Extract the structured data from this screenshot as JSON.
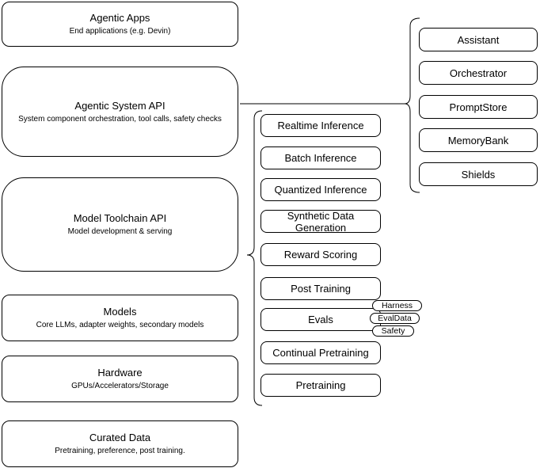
{
  "colors": {
    "stroke": "#000000",
    "background": "#ffffff"
  },
  "left_stack": [
    {
      "title": "Agentic Apps",
      "subtitle": "End applications (e.g. Devin)"
    },
    {
      "title": "Agentic System API",
      "subtitle": "System component orchestration, tool calls, safety checks"
    },
    {
      "title": "Model Toolchain API",
      "subtitle": "Model development & serving"
    },
    {
      "title": "Models",
      "subtitle": "Core LLMs, adapter weights, secondary models"
    },
    {
      "title": "Hardware",
      "subtitle": "GPUs/Accelerators/Storage"
    },
    {
      "title": "Curated Data",
      "subtitle": "Pretraining, preference, post training."
    }
  ],
  "toolchain_services": [
    "Realtime Inference",
    "Batch Inference",
    "Quantized Inference",
    "Synthetic Data Generation",
    "Reward Scoring",
    "Post Training",
    "Evals",
    "Continual Pretraining",
    "Pretraining"
  ],
  "evals_tags": [
    "Harness",
    "EvalData",
    "Safety"
  ],
  "system_components": [
    "Assistant",
    "Orchestrator",
    "PromptStore",
    "MemoryBank",
    "Shields"
  ]
}
